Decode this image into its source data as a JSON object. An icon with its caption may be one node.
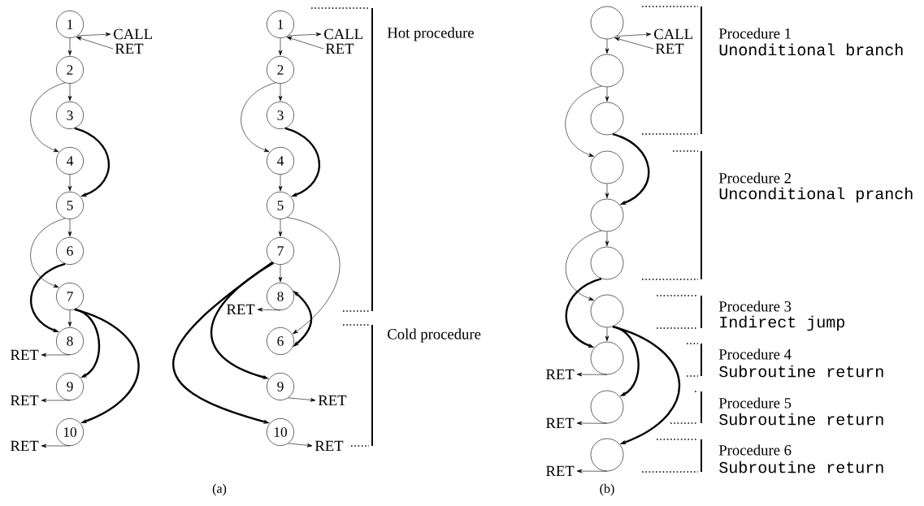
{
  "diagram": {
    "nodes": [
      {
        "text": [
          "1"
        ]
      },
      {
        "text": [
          "2"
        ]
      },
      {
        "text": [
          "3"
        ]
      },
      {
        "text": [
          "4"
        ]
      },
      {
        "text": [
          "5"
        ]
      },
      {
        "text": [
          "6"
        ]
      },
      {
        "text": [
          "7"
        ]
      },
      {
        "text": [
          "8"
        ]
      },
      {
        "text": [
          "9"
        ]
      },
      {
        "text": [
          "10"
        ]
      },
      {
        "text": [
          "CALL"
        ]
      },
      {
        "text": [
          "RET"
        ]
      },
      {
        "text": [
          "RET"
        ]
      },
      {
        "text": [
          "RET"
        ]
      },
      {
        "text": [
          "RET"
        ]
      },
      {
        "text": [
          "1"
        ]
      },
      {
        "text": [
          "2"
        ]
      },
      {
        "text": [
          "3"
        ]
      },
      {
        "text": [
          "4"
        ]
      },
      {
        "text": [
          "5"
        ]
      },
      {
        "text": [
          "7"
        ]
      },
      {
        "text": [
          "8"
        ]
      },
      {
        "text": [
          "6"
        ]
      },
      {
        "text": [
          "9"
        ]
      },
      {
        "text": [
          "10"
        ]
      },
      {
        "text": [
          "CALL"
        ]
      },
      {
        "text": [
          "RET"
        ]
      },
      {
        "text": [
          "RET"
        ]
      },
      {
        "text": [
          "RET"
        ]
      },
      {
        "text": [
          "RET"
        ]
      },
      {
        "text": [],
        "shape": "circle"
      },
      {
        "text": [],
        "shape": "circle"
      },
      {
        "text": [],
        "shape": "circle"
      },
      {
        "text": [],
        "shape": "circle"
      },
      {
        "text": [],
        "shape": "circle"
      },
      {
        "text": [],
        "shape": "circle"
      },
      {
        "text": [],
        "shape": "circle"
      },
      {
        "text": [],
        "shape": "circle"
      },
      {
        "text": [],
        "shape": "circle"
      },
      {
        "text": [],
        "shape": "circle"
      },
      {
        "text": [
          "CALL"
        ]
      },
      {
        "text": [
          "RET"
        ]
      },
      {
        "text": [
          "RET"
        ]
      },
      {
        "text": [
          "RET"
        ]
      },
      {
        "text": [
          "RET"
        ]
      }
    ],
    "edges": [
      {
        "from": 0,
        "to": 1,
        "arrow": "to"
      },
      {
        "from": 1,
        "to": 2,
        "arrow": "to"
      },
      {
        "from": 1,
        "to": 3,
        "arrow": "to"
      },
      {
        "from": 2,
        "to": 4,
        "arrow": "to",
        "style": "thick"
      },
      {
        "from": 3,
        "to": 4,
        "arrow": "to"
      },
      {
        "from": 4,
        "to": 5,
        "arrow": "to"
      },
      {
        "from": 4,
        "to": 6,
        "arrow": "to"
      },
      {
        "from": 5,
        "to": 7,
        "arrow": "to",
        "style": "thick"
      },
      {
        "from": 6,
        "to": 7,
        "arrow": "to"
      },
      {
        "from": 6,
        "to": 8,
        "arrow": "to",
        "style": "thick"
      },
      {
        "from": 6,
        "to": 9,
        "arrow": "to",
        "style": "thick"
      },
      {
        "from": 7,
        "to": 12,
        "arrow": "to"
      },
      {
        "from": 8,
        "to": 13,
        "arrow": "to"
      },
      {
        "from": 9,
        "to": 14,
        "arrow": "to"
      },
      {
        "from": 0,
        "to": 10,
        "arrow": "to"
      },
      {
        "from": 11,
        "to": 0,
        "arrow": "to"
      },
      {
        "from": 15,
        "to": 16,
        "arrow": "to"
      },
      {
        "from": 16,
        "to": 17,
        "arrow": "to"
      },
      {
        "from": 16,
        "to": 18,
        "arrow": "to"
      },
      {
        "from": 17,
        "to": 19,
        "arrow": "to",
        "style": "thick"
      },
      {
        "from": 18,
        "to": 19,
        "arrow": "to"
      },
      {
        "from": 19,
        "to": 20,
        "arrow": "to"
      },
      {
        "from": 19,
        "to": 22,
        "arrow": "to"
      },
      {
        "from": 20,
        "to": 21,
        "arrow": "to"
      },
      {
        "from": 21,
        "to": 22,
        "arrow": "both",
        "style": "thick"
      },
      {
        "from": 20,
        "to": 23,
        "arrow": "to",
        "style": "thick"
      },
      {
        "from": 20,
        "to": 24,
        "arrow": "to",
        "style": "thick"
      },
      {
        "from": 21,
        "to": 27,
        "arrow": "to"
      },
      {
        "from": 23,
        "to": 28,
        "arrow": "to"
      },
      {
        "from": 24,
        "to": 29,
        "arrow": "to"
      },
      {
        "from": 15,
        "to": 25,
        "arrow": "to"
      },
      {
        "from": 26,
        "to": 15,
        "arrow": "to"
      },
      {
        "from": 30,
        "to": 31,
        "arrow": "to"
      },
      {
        "from": 31,
        "to": 32,
        "arrow": "to"
      },
      {
        "from": 31,
        "to": 33,
        "arrow": "to"
      },
      {
        "from": 32,
        "to": 34,
        "arrow": "to",
        "style": "thick"
      },
      {
        "from": 33,
        "to": 34,
        "arrow": "to"
      },
      {
        "from": 34,
        "to": 35,
        "arrow": "to"
      },
      {
        "from": 34,
        "to": 36,
        "arrow": "to"
      },
      {
        "from": 35,
        "to": 37,
        "arrow": "to",
        "style": "thick"
      },
      {
        "from": 36,
        "to": 37,
        "arrow": "to"
      },
      {
        "from": 36,
        "to": 38,
        "arrow": "to",
        "style": "thick"
      },
      {
        "from": 36,
        "to": 39,
        "arrow": "to",
        "style": "thick"
      },
      {
        "from": 37,
        "to": 42,
        "arrow": "to"
      },
      {
        "from": 38,
        "to": 43,
        "arrow": "to"
      },
      {
        "from": 39,
        "to": 44,
        "arrow": "to"
      },
      {
        "from": 30,
        "to": 40,
        "arrow": "to"
      },
      {
        "from": 41,
        "to": 30,
        "arrow": "to"
      }
    ],
    "labels": [
      "Hot procedure",
      "Cold procedure",
      "Procedure 1",
      "Unonditional branch",
      "Procedure 2",
      "Unconditional pranch",
      "Procedure 3",
      "Indirect jump",
      "Procedure 4",
      "Subroutine return",
      "Procedure 5",
      "Subroutine return",
      "Procedure 6",
      "Subroutine return",
      "(a)",
      "(b)"
    ]
  }
}
